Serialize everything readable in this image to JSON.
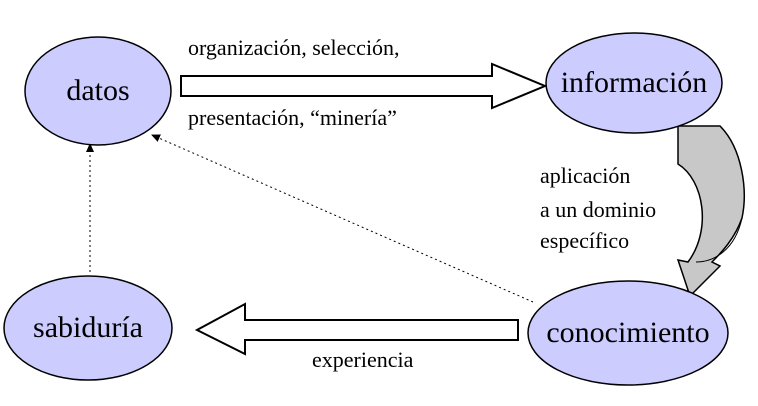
{
  "nodes": {
    "datos": "datos",
    "informacion": "información",
    "conocimiento": "conocimiento",
    "sabiduria": "sabiduría"
  },
  "edges": {
    "datos_informacion_top": "organización, selección,",
    "datos_informacion_bottom": "presentación, “minería”",
    "informacion_conocimiento": [
      "aplicación",
      "a un dominio",
      "específico"
    ],
    "conocimiento_sabiduria": "experiencia"
  },
  "colors": {
    "node_fill": "#ccccff",
    "node_stroke": "#000000",
    "curved_arrow_fill": "#c8c8c8",
    "text": "#000000"
  }
}
